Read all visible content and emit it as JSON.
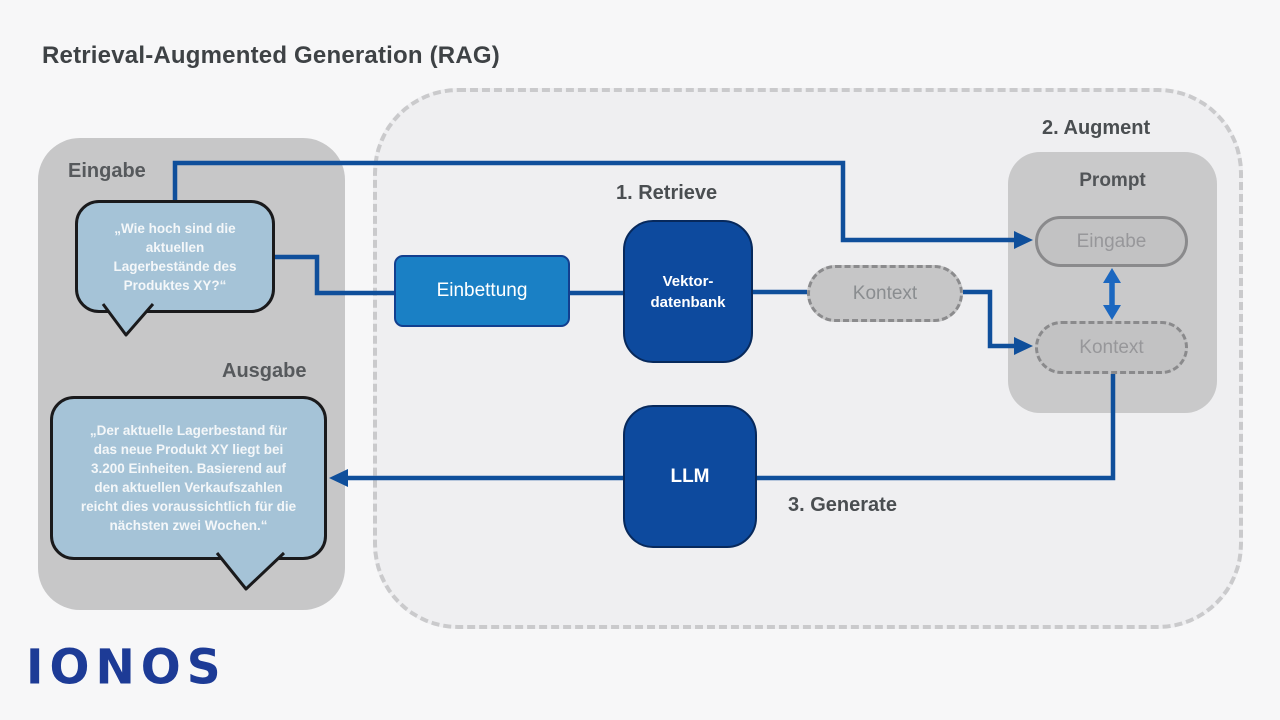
{
  "title": "Retrieval-Augmented Generation (RAG)",
  "logo_text": "IONOS",
  "io_panel": {
    "input_label": "Eingabe",
    "input_bubble_text": "„Wie hoch sind die aktuellen Lagerbestände des Produktes XY?“",
    "output_label": "Ausgabe",
    "output_bubble_text": "„Der aktuelle Lagerbestand für das neue Produkt XY liegt bei 3.200 Einheiten. Basierend auf den aktuellen Verkaufszahlen reicht dies voraussichtlich für die nächsten zwei Wochen.“"
  },
  "steps": {
    "retrieve": "1. Retrieve",
    "augment": "2. Augment",
    "generate": "3. Generate"
  },
  "nodes": {
    "embedding": "Einbettung",
    "vector_db_line1": "Vektor-",
    "vector_db_line2": "datenbank",
    "context": "Kontext",
    "llm": "LLM"
  },
  "prompt_panel": {
    "label": "Prompt",
    "input_box": "Eingabe",
    "context_box": "Kontext"
  },
  "colors": {
    "dark_blue": "#0d4a9e",
    "medium_blue": "#1a80c5",
    "connector_blue": "#0f4f9b",
    "double_arrow_blue": "#1b67c0",
    "bubble_blue": "#a5c3d7",
    "panel_gray": "#c7c7c8",
    "logo_blue": "#1d3b96"
  }
}
